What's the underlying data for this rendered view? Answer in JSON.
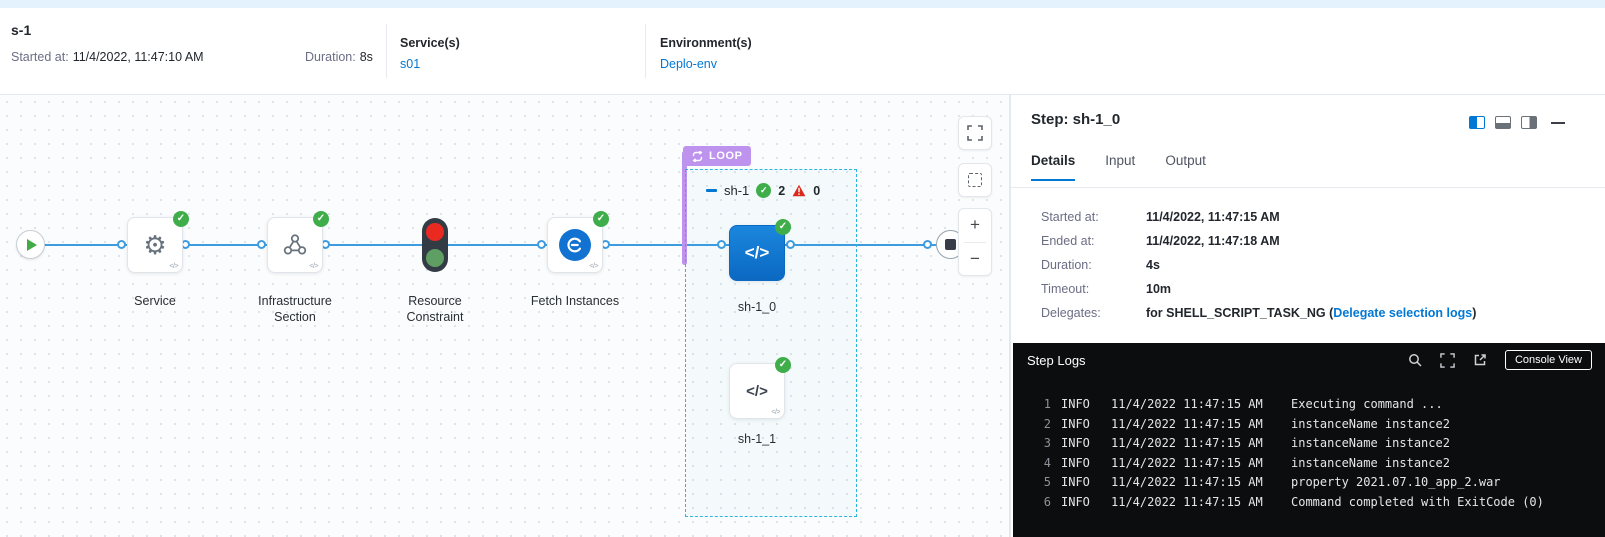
{
  "header": {
    "title": "s-1",
    "started_label": "Started at:",
    "started_value": "11/4/2022, 11:47:10 AM",
    "duration_label": "Duration:",
    "duration_value": "8s",
    "services_label": "Service(s)",
    "services_value": "s01",
    "environments_label": "Environment(s)",
    "environments_value": "Deplo-env"
  },
  "canvas": {
    "nodes": {
      "service": "Service",
      "infrastructure": "Infrastructure Section",
      "resource_constraint": "Resource Constraint",
      "fetch_instances": "Fetch Instances"
    },
    "loop": {
      "badge": "LOOP",
      "group_label": "sh-1",
      "success_count": "2",
      "failure_count": "0",
      "steps": [
        "sh-1_0",
        "sh-1_1"
      ]
    },
    "controls": {
      "zoom_in": "+",
      "zoom_out": "−"
    }
  },
  "icons": {
    "check_glyph": "✓",
    "code_glyph": "</>"
  },
  "panel": {
    "title": "Step: sh-1_0",
    "tabs": [
      "Details",
      "Input",
      "Output"
    ],
    "details": [
      {
        "label": "Started at:",
        "value": "11/4/2022, 11:47:15 AM"
      },
      {
        "label": "Ended at:",
        "value": "11/4/2022, 11:47:18 AM"
      },
      {
        "label": "Duration:",
        "value": "4s"
      },
      {
        "label": "Timeout:",
        "value": "10m"
      },
      {
        "label": "Delegates:",
        "value_prefix": "for SHELL_SCRIPT_TASK_NG (",
        "value_link": "Delegate selection logs",
        "value_suffix": ")"
      }
    ],
    "logs": {
      "title": "Step Logs",
      "console_view": "Console View",
      "lines": [
        {
          "num": "1",
          "level": "INFO",
          "time": "11/4/2022 11:47:15 AM",
          "message": "Executing command ..."
        },
        {
          "num": "2",
          "level": "INFO",
          "time": "11/4/2022 11:47:15 AM",
          "message": "instanceName instance2"
        },
        {
          "num": "3",
          "level": "INFO",
          "time": "11/4/2022 11:47:15 AM",
          "message": "instanceName instance2"
        },
        {
          "num": "4",
          "level": "INFO",
          "time": "11/4/2022 11:47:15 AM",
          "message": "instanceName instance2"
        },
        {
          "num": "5",
          "level": "INFO",
          "time": "11/4/2022 11:47:15 AM",
          "message": "property 2021.07.10_app_2.war"
        },
        {
          "num": "6",
          "level": "INFO",
          "time": "11/4/2022 11:47:15 AM",
          "message": "Command completed with ExitCode (0)"
        }
      ]
    }
  },
  "colors": {
    "accent": "#0278d5",
    "success": "#3fae4a",
    "error": "#da291d",
    "loop_purple": "#bd93ee",
    "console_bg": "#0b0d0f"
  }
}
